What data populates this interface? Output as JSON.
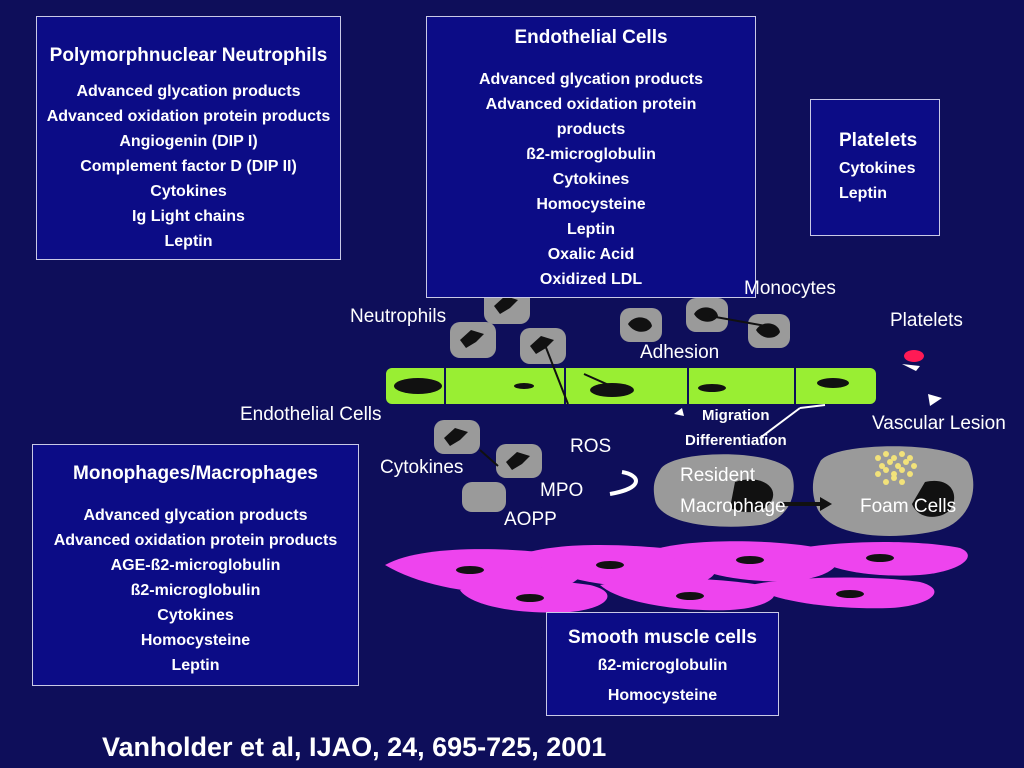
{
  "boxes": {
    "neutrophils": {
      "title": "Polymorphnuclear Neutrophils",
      "items": [
        "Advanced glycation products",
        "Advanced oxidation protein products",
        "Angiogenin (DIP I)",
        "Complement factor D (DIP II)",
        "Cytokines",
        "Ig Light chains",
        "Leptin"
      ]
    },
    "endothelial": {
      "title": "Endothelial Cells",
      "items": [
        "Advanced glycation products",
        "Advanced oxidation protein",
        "products",
        "ß2-microglobulin",
        "Cytokines",
        "Homocysteine",
        "Leptin",
        "Oxalic Acid",
        "Oxidized LDL"
      ]
    },
    "platelets": {
      "title": "Platelets",
      "items": [
        "Cytokines",
        "Leptin"
      ]
    },
    "macrophages": {
      "title": "Monophages/Macrophages",
      "items": [
        "Advanced glycation products",
        "Advanced oxidation protein products",
        "AGE-ß2-microglobulin",
        "ß2-microglobulin",
        "Cytokines",
        "Homocysteine",
        "Leptin"
      ]
    },
    "smooth_muscle": {
      "title": "Smooth muscle cells",
      "items": [
        "ß2-microglobulin",
        "Homocysteine"
      ]
    }
  },
  "labels": {
    "neutrophils": "Neutrophils",
    "monocytes": "Monocytes",
    "platelets": "Platelets",
    "adhesion": "Adhesion",
    "endothelial_cells": "Endothelial Cells",
    "migration": "Migration",
    "differentiation": "Differentiation",
    "vascular_lesion": "Vascular Lesion",
    "ros": "ROS",
    "cytokines": "Cytokines",
    "mpo": "MPO",
    "aopp": "AOPP",
    "resident": "Resident",
    "macrophage": "Macrophage",
    "foam_cells": "Foam Cells"
  },
  "citation": "Vanholder et al, IJAO, 24, 695-725, 2001"
}
